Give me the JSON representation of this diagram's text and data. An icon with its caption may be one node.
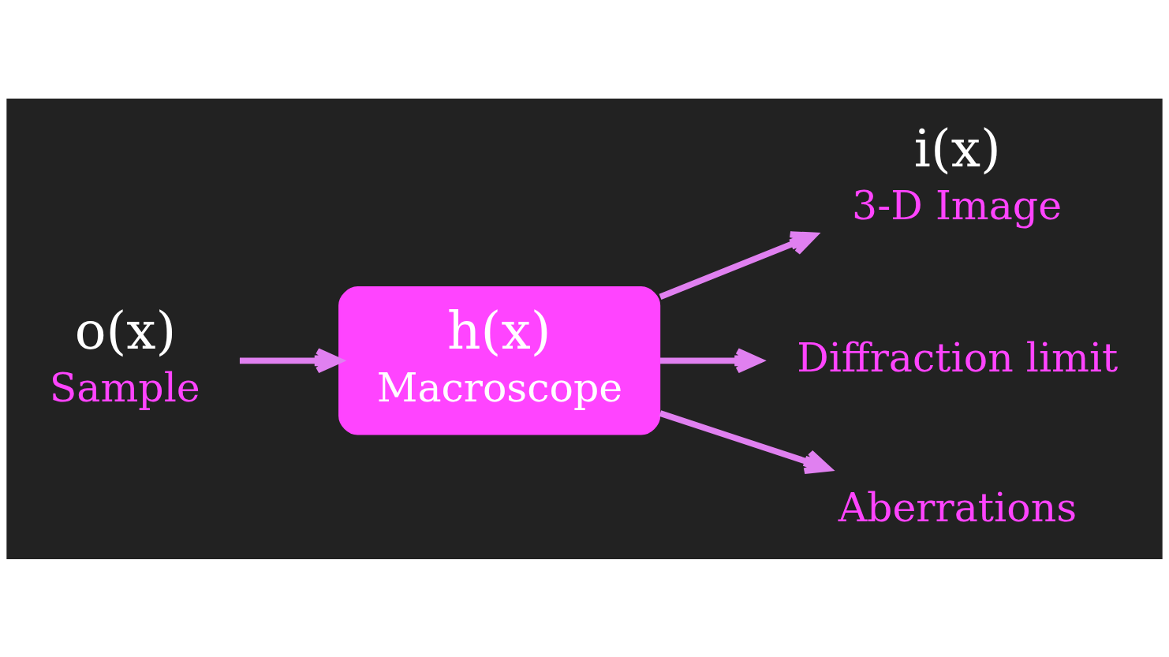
{
  "diagram": {
    "nodes": [
      {
        "text": [
          "o(x)",
          "Sample"
        ]
      },
      {
        "text": [
          "h(x)",
          "Macroscope"
        ]
      },
      {
        "text": [
          "i(x)",
          "3-D Image"
        ]
      },
      {
        "text": [
          "Diffraction limit"
        ]
      },
      {
        "text": [
          "Aberrations"
        ]
      }
    ],
    "edges": [
      {
        "from": 0,
        "to": 1,
        "arrow": "to"
      },
      {
        "from": 1,
        "to": 2,
        "arrow": "to"
      },
      {
        "from": 1,
        "to": 3,
        "arrow": "to"
      },
      {
        "from": 1,
        "to": 4,
        "arrow": "to"
      }
    ]
  }
}
